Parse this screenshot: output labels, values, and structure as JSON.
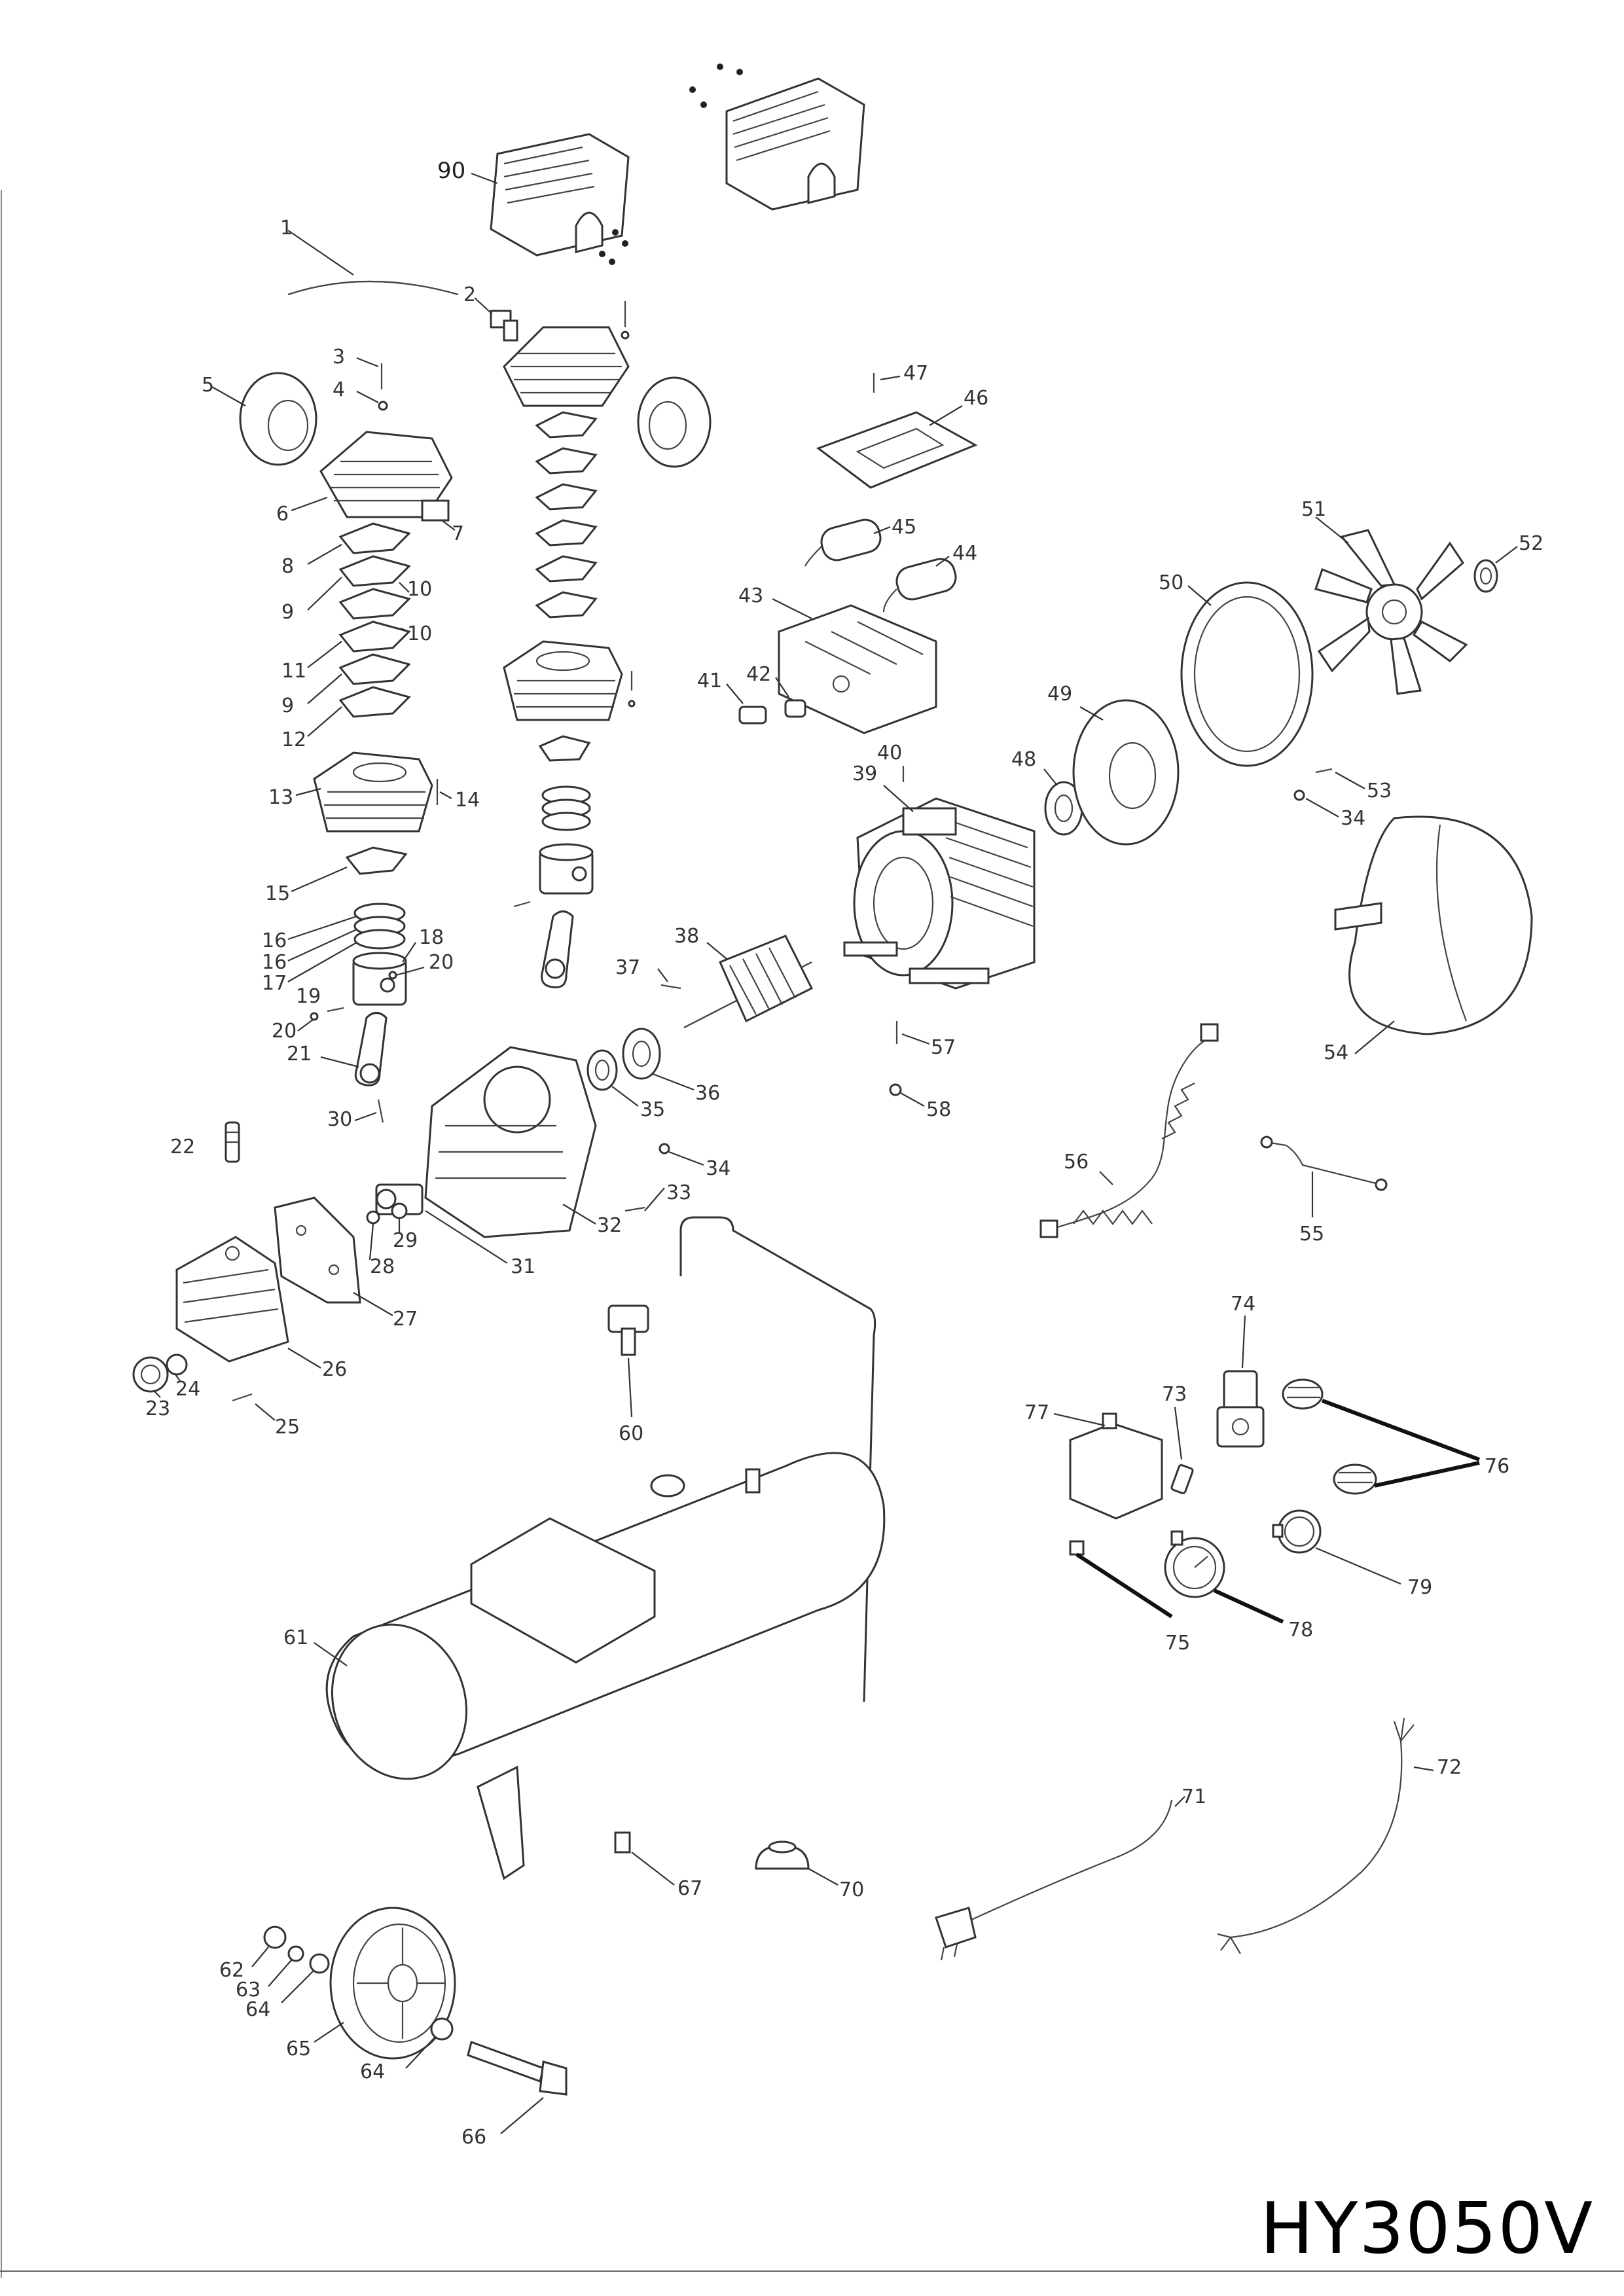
{
  "model": "HY3050V",
  "callouts": {
    "c90": "90",
    "c1": "1",
    "c2": "2",
    "c3": "3",
    "c4": "4",
    "c5": "5",
    "c6": "6",
    "c7": "7",
    "c8": "8",
    "c9a": "9",
    "c9b": "9",
    "c10a": "10",
    "c10b": "10",
    "c11": "11",
    "c12": "12",
    "c13": "13",
    "c14": "14",
    "c15": "15",
    "c16a": "16",
    "c16b": "16",
    "c17": "17",
    "c18": "18",
    "c19": "19",
    "c20a": "20",
    "c20b": "20",
    "c21": "21",
    "c22": "22",
    "c23": "23",
    "c24": "24",
    "c25": "25",
    "c26": "26",
    "c27": "27",
    "c28": "28",
    "c29": "29",
    "c30": "30",
    "c31": "31",
    "c32": "32",
    "c33": "33",
    "c34a": "34",
    "c34b": "34",
    "c35": "35",
    "c36": "36",
    "c37": "37",
    "c38": "38",
    "c39": "39",
    "c40": "40",
    "c41": "41",
    "c42": "42",
    "c43": "43",
    "c44": "44",
    "c45": "45",
    "c46": "46",
    "c47": "47",
    "c48": "48",
    "c49": "49",
    "c50": "50",
    "c51": "51",
    "c52": "52",
    "c53": "53",
    "c54": "54",
    "c55": "55",
    "c56": "56",
    "c57": "57",
    "c58": "58",
    "c60": "60",
    "c61": "61",
    "c62": "62",
    "c63": "63",
    "c64a": "64",
    "c64b": "64",
    "c65": "65",
    "c66": "66",
    "c67": "67",
    "c70": "70",
    "c71": "71",
    "c72": "72",
    "c73": "73",
    "c74": "74",
    "c75": "75",
    "c76": "76",
    "c77": "77",
    "c78": "78",
    "c79": "79"
  }
}
